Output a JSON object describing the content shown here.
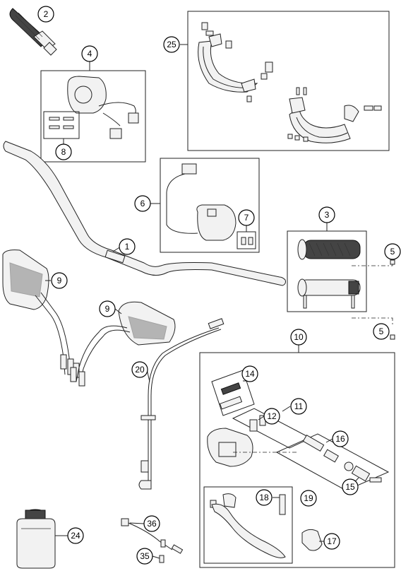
{
  "callouts": {
    "c1": "1",
    "c2": "2",
    "c3": "3",
    "c4": "4",
    "c5a": "5",
    "c5b": "5",
    "c6": "6",
    "c7": "7",
    "c8": "8",
    "c9a": "9",
    "c9b": "9",
    "c10": "10",
    "c11": "11",
    "c12": "12",
    "c14": "14",
    "c15": "15",
    "c16": "16",
    "c17": "17",
    "c18": "18",
    "c19": "19",
    "c20": "20",
    "c24": "24",
    "c25": "25",
    "c35": "35",
    "c36": "36"
  }
}
